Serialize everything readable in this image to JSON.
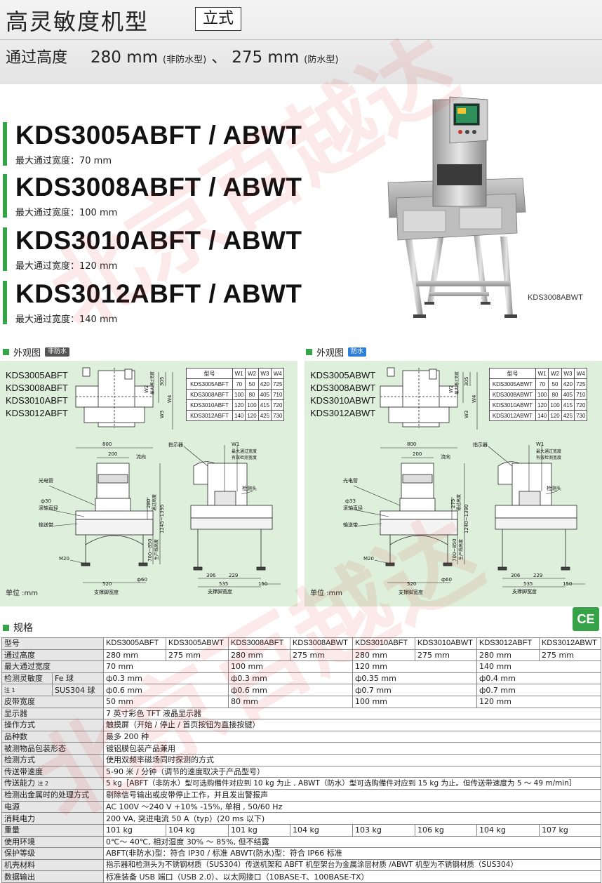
{
  "header": {
    "title": "高灵敏度机型",
    "type_label": "立式",
    "pass_label": "通过高度",
    "pass_value_1": "280 mm",
    "pass_note_1": "(非防水型)",
    "sep": "、",
    "pass_value_2": "275 mm",
    "pass_note_2": "(防水型)"
  },
  "models": [
    {
      "name": "KDS3005ABFT / ABWT",
      "width": "最大通过宽度：70 mm"
    },
    {
      "name": "KDS3008ABFT / ABWT",
      "width": "最大通过宽度：100 mm"
    },
    {
      "name": "KDS3010ABFT / ABWT",
      "width": "最大通过宽度：120 mm"
    },
    {
      "name": "KDS3012ABFT / ABWT",
      "width": "最大通过宽度：140 mm"
    }
  ],
  "product_caption": "KDS3008ABWT",
  "watermark_text": "北京百越达",
  "diagram_left": {
    "heading": "外观图",
    "badge": "非防水",
    "models": [
      "KDS3005ABFT",
      "KDS3008ABFT",
      "KDS3010ABFT",
      "KDS3012ABFT"
    ],
    "table_header": [
      "型号",
      "W1",
      "W2",
      "W3",
      "W4"
    ],
    "table_rows": [
      [
        "KDS3005ABFT",
        "70",
        "50",
        "420",
        "725"
      ],
      [
        "KDS3008ABFT",
        "100",
        "80",
        "405",
        "710"
      ],
      [
        "KDS3010ABFT",
        "120",
        "100",
        "415",
        "720"
      ],
      [
        "KDS3012ABFT",
        "140",
        "120",
        "425",
        "730"
      ]
    ],
    "labels": {
      "indicator": "指示器",
      "w1": "W1",
      "max_width": "最大通过宽度",
      "eff_width": "有效检测宽度",
      "flow": "流向",
      "sensor": "光电管",
      "roller_dia": "ф30",
      "roller": "滚轴直径",
      "belt": "输送带",
      "head": "检测头",
      "m20": "M20",
      "phi60": "ф60",
      "d800": "800",
      "d200": "200",
      "d280": "280",
      "pass_h": "通过高度",
      "d1245": "1245~1395",
      "d700": "700~850",
      "line_h": "生产线高度",
      "d520": "520",
      "d306": "306",
      "d229": "229",
      "d535": "535",
      "d150": "150",
      "stand_w": "支撑脚宽度",
      "d305": "305",
      "w2": "W2",
      "w3": "W3",
      "w4": "W4",
      "max_w2": "最大通过宽度"
    },
    "unit": "单位 :mm"
  },
  "diagram_right": {
    "heading": "外观图",
    "badge": "防水",
    "models": [
      "KDS3005ABWT",
      "KDS3008ABWT",
      "KDS3010ABWT",
      "KDS3012ABWT"
    ],
    "table_header": [
      "型号",
      "W1",
      "W2",
      "W3",
      "W4"
    ],
    "table_rows": [
      [
        "KDS3005ABWT",
        "70",
        "50",
        "420",
        "725"
      ],
      [
        "KDS3008ABWT",
        "100",
        "80",
        "405",
        "710"
      ],
      [
        "KDS3010ABWT",
        "120",
        "100",
        "415",
        "720"
      ],
      [
        "KDS3012ABWT",
        "140",
        "120",
        "425",
        "730"
      ]
    ],
    "labels": {
      "indicator": "指示器",
      "w1": "W1",
      "max_width": "最大通过宽度",
      "eff_width": "有效检测宽度",
      "flow": "流向",
      "sensor": "光电管",
      "roller_dia": "ф33",
      "roller": "滚轴直径",
      "belt": "输送带",
      "head": "检测头",
      "m20": "M20",
      "phi60": "ф60",
      "d800": "800",
      "d200": "200",
      "d275": "275",
      "pass_h": "通过高度",
      "d1240": "1240~1390",
      "d700": "700~850",
      "line_h": "生产线高度",
      "d520": "520",
      "d306": "306",
      "d229": "229",
      "d535": "535",
      "d150": "150",
      "stand_w": "支撑脚宽度",
      "d305": "305",
      "w2": "W2",
      "w3": "W3",
      "w4": "W4",
      "max_w2": "最大通过宽度"
    },
    "unit": "单位 :mm"
  },
  "spec": {
    "heading": "规格",
    "ce": "CE",
    "model_label": "型号",
    "models": [
      "KDS3005ABFT",
      "KDS3005ABWT",
      "KDS3008ABFT",
      "KDS3008ABWT",
      "KDS3010ABFT",
      "KDS3010ABWT",
      "KDS3012ABFT",
      "KDS3012ABWT"
    ],
    "pass_height": {
      "label": "通过高度",
      "values": [
        "280 mm",
        "275 mm",
        "280 mm",
        "275 mm",
        "280 mm",
        "275 mm",
        "280 mm",
        "275 mm"
      ]
    },
    "max_width": {
      "label": "最大通过宽度",
      "values": [
        "70 mm",
        "100 mm",
        "120 mm",
        "140 mm"
      ]
    },
    "sensitivity": {
      "label": "检测灵敏度",
      "note": "注 1",
      "fe_label": "Fe 球",
      "fe_values": [
        "ф0.3 mm",
        "ф0.3 mm",
        "ф0.35 mm",
        "ф0.4 mm"
      ],
      "sus_label": "SUS304 球",
      "sus_values": [
        "ф0.6 mm",
        "ф0.6 mm",
        "ф0.7 mm",
        "ф0.7 mm"
      ]
    },
    "belt_width": {
      "label": "皮带宽度",
      "values": [
        "50 mm",
        "80 mm",
        "100 mm",
        "120 mm"
      ]
    },
    "rows": [
      {
        "label": "显示器",
        "value": "7 英寸彩色 TFT 液晶显示器"
      },
      {
        "label": "操作方式",
        "value": "触摸屏（开始 / 停止 / 首页按钮为直接按键）"
      },
      {
        "label": "品种数",
        "value": "最多 200 种"
      },
      {
        "label": "被测物品包装形态",
        "value": "镀铝膜包装产品兼用"
      },
      {
        "label": "检测方式",
        "value": "使用双频率磁场同时探测的方式"
      },
      {
        "label": "传送带速度",
        "value": "5-90 米 / 分钟（调节的速度取决于产品型号）"
      },
      {
        "label": "传送能力",
        "note": "注 2",
        "value": "5 kg［ABFT（非防水）型可选购備件对应到 10 kg 为止 , ABWT（防水）型可选购備件对应到 15 kg 为止。但传送带速度为 5 ～ 49 m/min］"
      },
      {
        "label": "检测出金属时的处理方式",
        "value": "剔除信号输出或皮带停止工作，并且发出警报声"
      },
      {
        "label": "电源",
        "value": "AC 100V ～240 V +10%  -15%, 单相 , 50/60 Hz"
      },
      {
        "label": "消耗电力",
        "value": "200 VA, 突进电流 50 A（typ）(20 ms 以下)"
      }
    ],
    "weight": {
      "label": "重量",
      "values": [
        "101 kg",
        "104 kg",
        "101 kg",
        "104 kg",
        "103 kg",
        "106 kg",
        "104 kg",
        "107 kg"
      ]
    },
    "rows2": [
      {
        "label": "使用环境",
        "value": "0℃～ 40℃, 相对湿度 30% ～ 85%, 但不结露"
      },
      {
        "label": "保护等级",
        "value": "ABFT(非防水)型：符合 IP30 / 标准 ABWT(防水)型：符合 IP66 标准"
      },
      {
        "label": "机壳材料",
        "value": "指示器和检测头为不锈钢材质（SUS304）传送机架和 ABFT 机型架台为金属涂层材质 /ABWT 机型为不锈钢材质（SUS304）"
      },
      {
        "label": "数据输出",
        "value": "标准装备 USB 端口（USB 2.0）、以太网接口（10BASE-T、100BASE-TX）"
      }
    ]
  }
}
